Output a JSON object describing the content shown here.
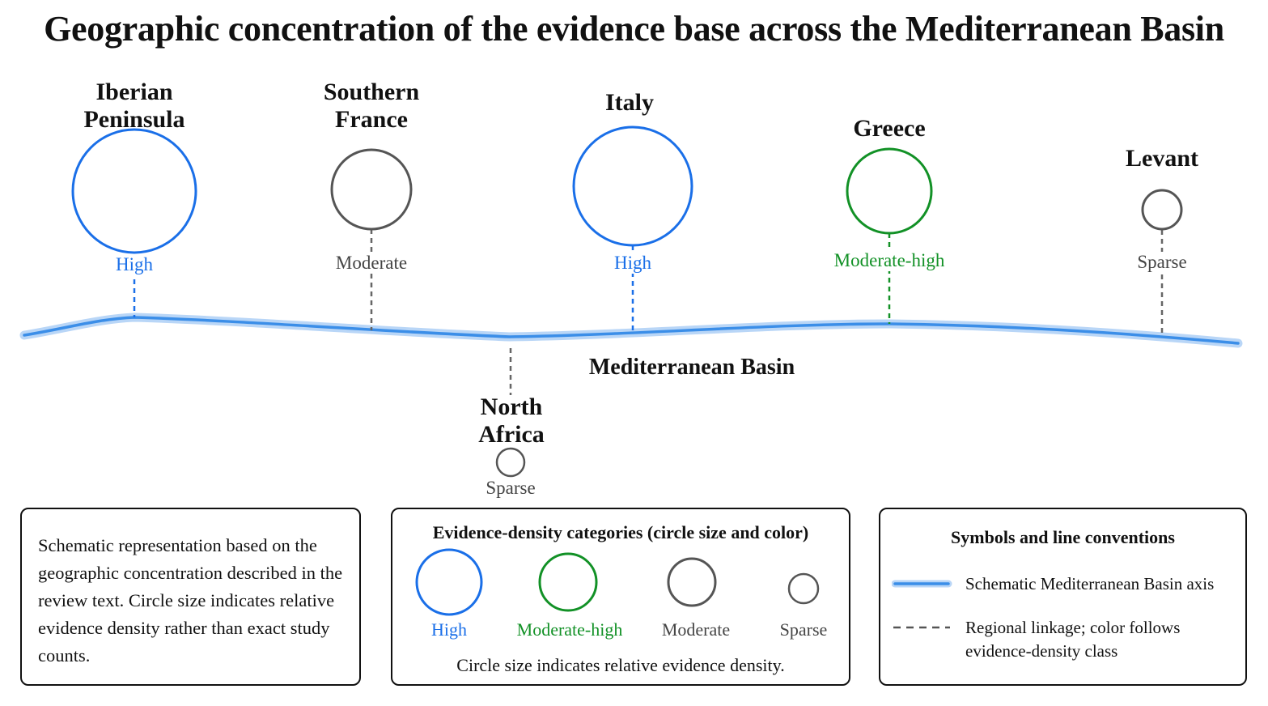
{
  "title": "Geographic concentration of the evidence base across the Mediterranean Basin",
  "colors": {
    "high": "#1a6fe8",
    "moderate_high": "#129126",
    "moderate": "#555555",
    "sparse": "#555555",
    "axis": "#3b8ee8",
    "axis_glow": "#b9d6f7"
  },
  "basin_label": "Mediterranean Basin",
  "regions": [
    {
      "name_lines": [
        "Iberian",
        "Peninsula"
      ],
      "density": "High",
      "category": "high"
    },
    {
      "name_lines": [
        "Southern",
        "France"
      ],
      "density": "Moderate",
      "category": "moderate"
    },
    {
      "name_lines": [
        "Italy"
      ],
      "density": "High",
      "category": "high"
    },
    {
      "name_lines": [
        "Greece"
      ],
      "density": "Moderate-high",
      "category": "moderate_high"
    },
    {
      "name_lines": [
        "Levant"
      ],
      "density": "Sparse",
      "category": "sparse"
    },
    {
      "name_lines": [
        "North",
        "Africa"
      ],
      "density": "Sparse",
      "category": "sparse"
    }
  ],
  "note_panel": {
    "text": "Schematic representation based on the geographic concentration described in the review text. Circle size indicates relative evidence density rather than exact study counts."
  },
  "categories_panel": {
    "heading": "Evidence-density categories (circle size and color)",
    "items": [
      {
        "label": "High",
        "category": "high"
      },
      {
        "label": "Moderate-high",
        "category": "moderate_high"
      },
      {
        "label": "Moderate",
        "category": "moderate"
      },
      {
        "label": "Sparse",
        "category": "sparse"
      }
    ],
    "caption": "Circle size indicates relative evidence density."
  },
  "symbols_panel": {
    "heading": "Symbols and line conventions",
    "axis_label": "Schematic Mediterranean Basin axis",
    "linkage_label": "Regional linkage; color follows evidence-density class"
  }
}
